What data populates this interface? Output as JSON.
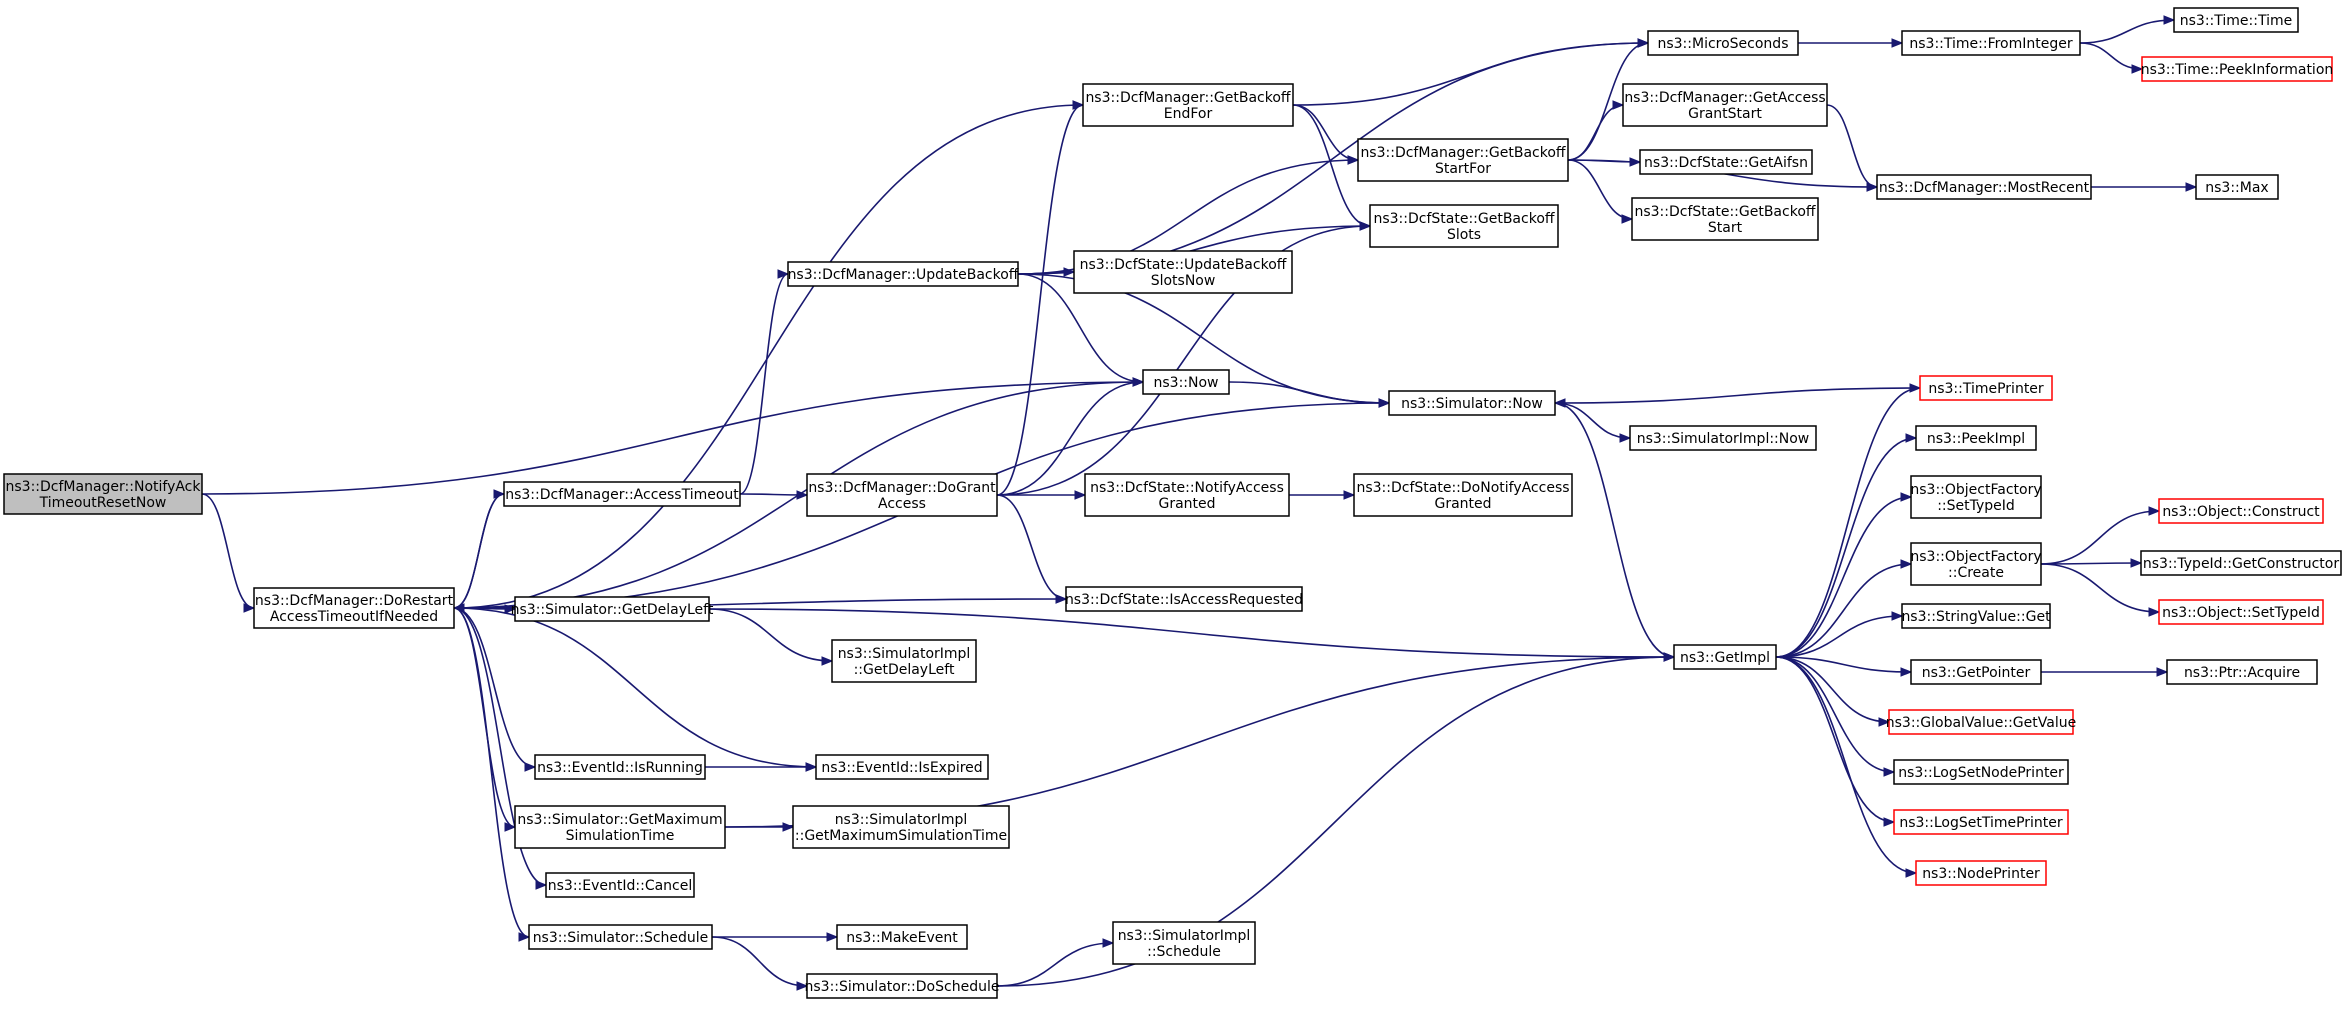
{
  "colors": {
    "edge": "#191970",
    "node_border": "#000000",
    "node_border_truncated": "#ff0000",
    "root_fill": "#bfbfbf",
    "node_fill": "#ffffff"
  },
  "nodes": {
    "notifyAck": {
      "lines": [
        "ns3::DcfManager::NotifyAck",
        "TimeoutResetNow"
      ],
      "root": true
    },
    "doRestart": {
      "lines": [
        "ns3::DcfManager::DoRestart",
        "AccessTimeoutIfNeeded"
      ]
    },
    "accessTimeout": {
      "lines": [
        "ns3::DcfManager::AccessTimeout"
      ]
    },
    "updateBackoff": {
      "lines": [
        "ns3::DcfManager::UpdateBackoff"
      ]
    },
    "getBackoffEndFor": {
      "lines": [
        "ns3::DcfManager::GetBackoff",
        "EndFor"
      ]
    },
    "microSeconds": {
      "lines": [
        "ns3::MicroSeconds"
      ]
    },
    "fromInteger": {
      "lines": [
        "ns3::Time::FromInteger"
      ]
    },
    "timeTime": {
      "lines": [
        "ns3::Time::Time"
      ]
    },
    "peekInformation": {
      "lines": [
        "ns3::Time::PeekInformation"
      ],
      "red": true
    },
    "getBackoffStartFor": {
      "lines": [
        "ns3::DcfManager::GetBackoff",
        "StartFor"
      ]
    },
    "getAccessGrantStart": {
      "lines": [
        "ns3::DcfManager::GetAccess",
        "GrantStart"
      ]
    },
    "getAifsn": {
      "lines": [
        "ns3::DcfState::GetAifsn"
      ]
    },
    "getBackoffStart": {
      "lines": [
        "ns3::DcfState::GetBackoff",
        "Start"
      ]
    },
    "mostRecent": {
      "lines": [
        "ns3::DcfManager::MostRecent"
      ]
    },
    "max": {
      "lines": [
        "ns3::Max"
      ]
    },
    "getBackoffSlots": {
      "lines": [
        "ns3::DcfState::GetBackoff",
        "Slots"
      ]
    },
    "updateBackoffSlotsNow": {
      "lines": [
        "ns3::DcfState::UpdateBackoff",
        "SlotsNow"
      ]
    },
    "now": {
      "lines": [
        "ns3::Now"
      ]
    },
    "simNow": {
      "lines": [
        "ns3::Simulator::Now"
      ]
    },
    "simImplNow": {
      "lines": [
        "ns3::SimulatorImpl::Now"
      ]
    },
    "timePrinter": {
      "lines": [
        "ns3::TimePrinter"
      ],
      "red": true
    },
    "doGrantAccess": {
      "lines": [
        "ns3::DcfManager::DoGrant",
        "Access"
      ]
    },
    "notifyAccessGranted": {
      "lines": [
        "ns3::DcfState::NotifyAccess",
        "Granted"
      ]
    },
    "doNotifyAccessGranted": {
      "lines": [
        "ns3::DcfState::DoNotifyAccess",
        "Granted"
      ]
    },
    "isAccessRequested": {
      "lines": [
        "ns3::DcfState::IsAccessRequested"
      ]
    },
    "getDelayLeft": {
      "lines": [
        "ns3::Simulator::GetDelayLeft"
      ]
    },
    "implGetDelayLeft": {
      "lines": [
        "ns3::SimulatorImpl",
        "::GetDelayLeft"
      ]
    },
    "isRunning": {
      "lines": [
        "ns3::EventId::IsRunning"
      ]
    },
    "isExpired": {
      "lines": [
        "ns3::EventId::IsExpired"
      ]
    },
    "getMaxSimTime": {
      "lines": [
        "ns3::Simulator::GetMaximum",
        "SimulationTime"
      ]
    },
    "implGetMaxSimTime": {
      "lines": [
        "ns3::SimulatorImpl",
        "::GetMaximumSimulationTime"
      ]
    },
    "cancel": {
      "lines": [
        "ns3::EventId::Cancel"
      ]
    },
    "schedule": {
      "lines": [
        "ns3::Simulator::Schedule"
      ]
    },
    "makeEvent": {
      "lines": [
        "ns3::MakeEvent"
      ]
    },
    "implSchedule": {
      "lines": [
        "ns3::SimulatorImpl",
        "::Schedule"
      ]
    },
    "doSchedule": {
      "lines": [
        "ns3::Simulator::DoSchedule"
      ]
    },
    "getImpl": {
      "lines": [
        "ns3::GetImpl"
      ]
    },
    "peekImpl": {
      "lines": [
        "ns3::PeekImpl"
      ]
    },
    "ofSetTypeId": {
      "lines": [
        "ns3::ObjectFactory",
        "::SetTypeId"
      ]
    },
    "ofCreate": {
      "lines": [
        "ns3::ObjectFactory",
        "::Create"
      ]
    },
    "objConstruct": {
      "lines": [
        "ns3::Object::Construct"
      ],
      "red": true
    },
    "getConstructor": {
      "lines": [
        "ns3::TypeId::GetConstructor"
      ]
    },
    "objSetTypeId": {
      "lines": [
        "ns3::Object::SetTypeId"
      ],
      "red": true
    },
    "stringValueGet": {
      "lines": [
        "ns3::StringValue::Get"
      ]
    },
    "getPointer": {
      "lines": [
        "ns3::GetPointer"
      ]
    },
    "ptrAcquire": {
      "lines": [
        "ns3::Ptr::Acquire"
      ]
    },
    "globalValueGet": {
      "lines": [
        "ns3::GlobalValue::GetValue"
      ],
      "red": true
    },
    "logSetNodePrinter": {
      "lines": [
        "ns3::LogSetNodePrinter"
      ]
    },
    "logSetTimePrinter": {
      "lines": [
        "ns3::LogSetTimePrinter"
      ],
      "red": true
    },
    "nodePrinter": {
      "lines": [
        "ns3::NodePrinter"
      ],
      "red": true
    }
  },
  "edges": [
    [
      "notifyAck",
      "doRestart"
    ],
    [
      "notifyAck",
      "now"
    ],
    [
      "doRestart",
      "getBackoffEndFor"
    ],
    [
      "doRestart",
      "accessTimeout"
    ],
    [
      "doRestart",
      "now"
    ],
    [
      "doRestart",
      "simNow"
    ],
    [
      "doRestart",
      "getDelayLeft"
    ],
    [
      "doRestart",
      "isAccessRequested"
    ],
    [
      "doRestart",
      "isExpired"
    ],
    [
      "doRestart",
      "isRunning"
    ],
    [
      "doRestart",
      "getMaxSimTime"
    ],
    [
      "doRestart",
      "cancel"
    ],
    [
      "doRestart",
      "schedule"
    ],
    [
      "accessTimeout",
      "doRestart"
    ],
    [
      "accessTimeout",
      "updateBackoff"
    ],
    [
      "accessTimeout",
      "doGrantAccess"
    ],
    [
      "updateBackoff",
      "microSeconds"
    ],
    [
      "updateBackoff",
      "getBackoffStartFor"
    ],
    [
      "updateBackoff",
      "getBackoffSlots"
    ],
    [
      "updateBackoff",
      "updateBackoffSlotsNow"
    ],
    [
      "updateBackoff",
      "now"
    ],
    [
      "updateBackoff",
      "simNow"
    ],
    [
      "getBackoffEndFor",
      "microSeconds"
    ],
    [
      "getBackoffEndFor",
      "getBackoffStartFor"
    ],
    [
      "getBackoffEndFor",
      "getBackoffSlots"
    ],
    [
      "microSeconds",
      "fromInteger"
    ],
    [
      "fromInteger",
      "timeTime"
    ],
    [
      "fromInteger",
      "peekInformation"
    ],
    [
      "getBackoffStartFor",
      "microSeconds"
    ],
    [
      "getBackoffStartFor",
      "getAccessGrantStart"
    ],
    [
      "getBackoffStartFor",
      "getAifsn"
    ],
    [
      "getBackoffStartFor",
      "getBackoffStart"
    ],
    [
      "getBackoffStartFor",
      "mostRecent"
    ],
    [
      "getAccessGrantStart",
      "mostRecent"
    ],
    [
      "mostRecent",
      "max"
    ],
    [
      "now",
      "simNow"
    ],
    [
      "simNow",
      "simImplNow"
    ],
    [
      "simNow",
      "getImpl"
    ],
    [
      "timePrinter",
      "simNow"
    ],
    [
      "doGrantAccess",
      "getBackoffEndFor"
    ],
    [
      "doGrantAccess",
      "now"
    ],
    [
      "doGrantAccess",
      "getBackoffSlots"
    ],
    [
      "doGrantAccess",
      "notifyAccessGranted"
    ],
    [
      "doGrantAccess",
      "isAccessRequested"
    ],
    [
      "notifyAccessGranted",
      "doNotifyAccessGranted"
    ],
    [
      "getDelayLeft",
      "implGetDelayLeft"
    ],
    [
      "getDelayLeft",
      "getImpl"
    ],
    [
      "isRunning",
      "isExpired"
    ],
    [
      "getMaxSimTime",
      "implGetMaxSimTime"
    ],
    [
      "getMaxSimTime",
      "getImpl"
    ],
    [
      "schedule",
      "makeEvent"
    ],
    [
      "schedule",
      "doSchedule"
    ],
    [
      "doSchedule",
      "implSchedule"
    ],
    [
      "doSchedule",
      "getImpl"
    ],
    [
      "getImpl",
      "timePrinter"
    ],
    [
      "getImpl",
      "peekImpl"
    ],
    [
      "getImpl",
      "ofSetTypeId"
    ],
    [
      "getImpl",
      "ofCreate"
    ],
    [
      "getImpl",
      "stringValueGet"
    ],
    [
      "getImpl",
      "getPointer"
    ],
    [
      "getImpl",
      "globalValueGet"
    ],
    [
      "getImpl",
      "logSetNodePrinter"
    ],
    [
      "getImpl",
      "logSetTimePrinter"
    ],
    [
      "getImpl",
      "nodePrinter"
    ],
    [
      "ofCreate",
      "objConstruct"
    ],
    [
      "ofCreate",
      "getConstructor"
    ],
    [
      "ofCreate",
      "objSetTypeId"
    ],
    [
      "getPointer",
      "ptrAcquire"
    ]
  ]
}
